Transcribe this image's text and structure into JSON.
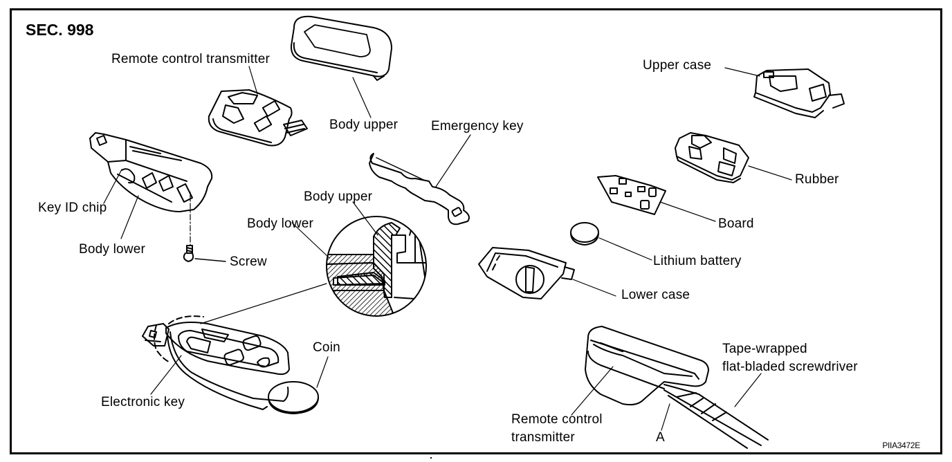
{
  "figure": {
    "section": "SEC. 998",
    "figure_code": "PIIA3472E",
    "line_color": "#000000",
    "background_color": "#ffffff"
  },
  "labels": {
    "remote_control_transmitter_top": "Remote control transmitter",
    "body_upper_top": "Body upper",
    "emergency_key": "Emergency key",
    "key_id_chip": "Key ID chip",
    "body_lower_left": "Body lower",
    "screw": "Screw",
    "body_upper_detail": "Body upper",
    "body_lower_detail": "Body lower",
    "coin": "Coin",
    "electronic_key": "Electronic key",
    "upper_case": "Upper case",
    "rubber": "Rubber",
    "board": "Board",
    "lithium_battery": "Lithium battery",
    "lower_case": "Lower case",
    "tape_wrapped_line1": "Tape-wrapped",
    "tape_wrapped_line2": "flat-bladed screwdriver",
    "remote_control_line1": "Remote control",
    "remote_control_line2": "transmitter",
    "point_a": "A"
  },
  "parts": [
    {
      "id": "body-upper",
      "icon": "key-shell-top-icon"
    },
    {
      "id": "remote-control-transmitter",
      "icon": "transmitter-board-icon"
    },
    {
      "id": "body-lower",
      "icon": "key-shell-bottom-icon"
    },
    {
      "id": "screw",
      "icon": "screw-icon"
    },
    {
      "id": "emergency-key",
      "icon": "key-blade-icon"
    },
    {
      "id": "cross-section-detail",
      "icon": "section-detail-icon"
    },
    {
      "id": "electronic-key",
      "icon": "smart-key-fob-icon"
    },
    {
      "id": "coin",
      "icon": "coin-icon"
    },
    {
      "id": "upper-case",
      "icon": "upper-case-icon"
    },
    {
      "id": "rubber",
      "icon": "rubber-pad-icon"
    },
    {
      "id": "board",
      "icon": "circuit-board-icon"
    },
    {
      "id": "lithium-battery",
      "icon": "battery-cell-icon"
    },
    {
      "id": "lower-case",
      "icon": "lower-case-icon"
    },
    {
      "id": "screwdriver-procedure",
      "icon": "screwdriver-pry-icon"
    }
  ]
}
